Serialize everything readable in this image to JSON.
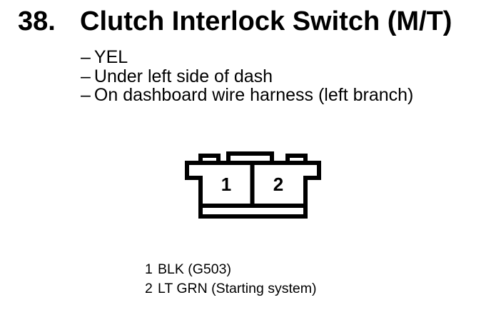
{
  "page": {
    "section_number": "38.",
    "title": "Clutch Interlock Switch (M/T)",
    "bullet_char": "–",
    "details": [
      "YEL",
      "Under left side of dash",
      "On dashboard wire harness (left branch)"
    ]
  },
  "connector": {
    "cavity_numbers": [
      "1",
      "2"
    ]
  },
  "legend": {
    "items": [
      {
        "pin": "1",
        "label": "BLK (G503)"
      },
      {
        "pin": "2",
        "label": "LT GRN (Starting system)"
      }
    ]
  },
  "colors": {
    "ink": "#000000",
    "paper": "#ffffff"
  }
}
